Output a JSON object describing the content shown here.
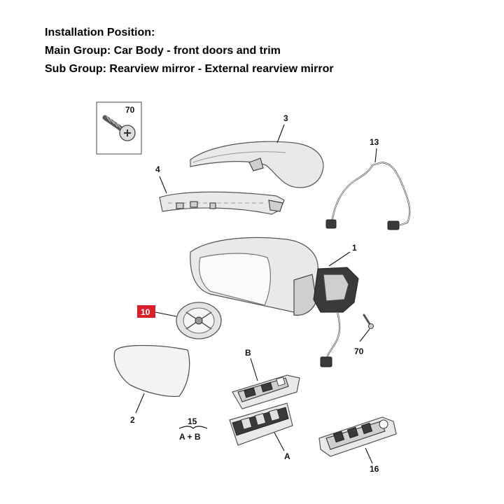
{
  "header": {
    "line1": "Installation Position:",
    "line2": "Main Group: Car Body - front doors and trim",
    "line3": "Sub Group: Rearview mirror - External rearview mirror"
  },
  "callouts": {
    "screw_box": "70",
    "cover": "3",
    "frame": "4",
    "harness": "13",
    "housing": "1",
    "actuator": "10",
    "screw": "70",
    "glass": "2",
    "switch_b": "B",
    "kit": "15",
    "kit_sub": "A + B",
    "switch_a": "A",
    "switch_panel": "16"
  },
  "colors": {
    "highlight": "#d9202a"
  }
}
